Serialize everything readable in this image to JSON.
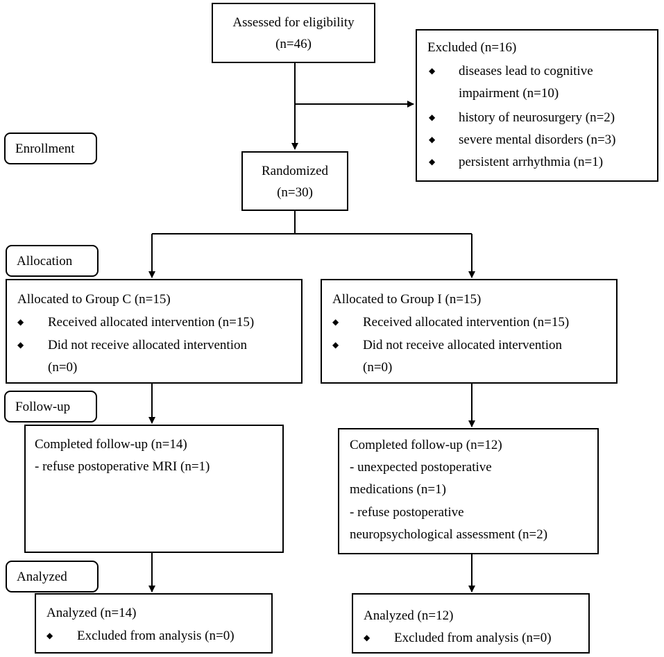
{
  "stages": {
    "enrollment": "Enrollment",
    "allocation": "Allocation",
    "followup": "Follow-up",
    "analyzed": "Analyzed"
  },
  "assessed": {
    "title": "Assessed for eligibility",
    "count": "(n=46)"
  },
  "excluded": {
    "title": "Excluded (n=16)",
    "bullet": "◆",
    "items": [
      "diseases lead to cognitive",
      "impairment (n=10)",
      "history of neurosurgery (n=2)",
      "severe mental disorders (n=3)",
      "persistent arrhythmia (n=1)"
    ]
  },
  "randomized": {
    "title": "Randomized",
    "count": "(n=30)"
  },
  "group_c": {
    "alloc_title": "Allocated to Group C (n=15)",
    "alloc_items": [
      "Received allocated intervention (n=15)",
      "Did not receive allocated intervention",
      "(n=0)"
    ],
    "followup_title": "Completed follow-up (n=14)",
    "followup_items": [
      "- refuse postoperative MRI (n=1)"
    ],
    "analyzed_title": "Analyzed (n=14)",
    "analyzed_items": [
      "Excluded from analysis (n=0)"
    ]
  },
  "group_i": {
    "alloc_title": "Allocated to Group I (n=15)",
    "alloc_items": [
      "Received allocated intervention (n=15)",
      "Did not receive allocated intervention",
      "(n=0)"
    ],
    "followup_title": "Completed follow-up (n=12)",
    "followup_items": [
      "- unexpected postoperative",
      "medications (n=1)",
      "- refuse postoperative",
      "neuropsychological assessment (n=2)"
    ],
    "analyzed_title": "Analyzed (n=12)",
    "analyzed_items": [
      "Excluded from analysis (n=0)"
    ]
  }
}
